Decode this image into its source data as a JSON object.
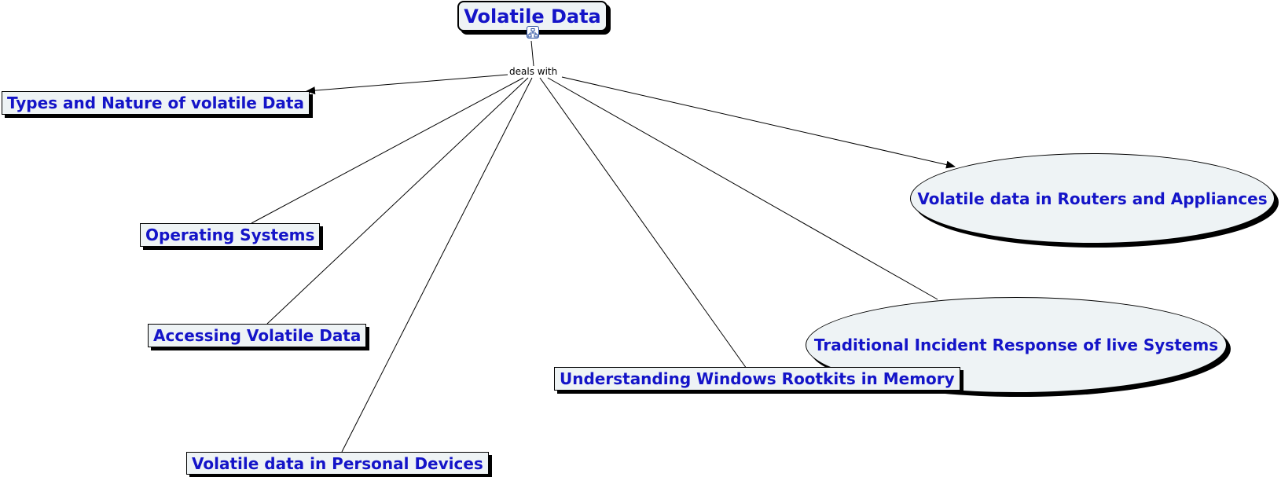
{
  "root": {
    "label": "Volatile Data",
    "icon": "concept-map-icon"
  },
  "link_phrase": "deals with",
  "concepts": [
    {
      "id": "types",
      "label": "Types and Nature of volatile Data",
      "shape": "box"
    },
    {
      "id": "os",
      "label": "Operating Systems",
      "shape": "box"
    },
    {
      "id": "accessing",
      "label": "Accessing Volatile Data",
      "shape": "box"
    },
    {
      "id": "personal",
      "label": "Volatile data in Personal Devices",
      "shape": "box"
    },
    {
      "id": "rootkits",
      "label": "Understanding Windows Rootkits in Memory",
      "shape": "box"
    },
    {
      "id": "routers",
      "label": "Volatile data in Routers and Appliances",
      "shape": "ellipse"
    },
    {
      "id": "incident",
      "label": "Traditional Incident Response of live Systems",
      "shape": "ellipse"
    }
  ],
  "colors": {
    "node_fill": "#eef3f5",
    "text": "#1414c8",
    "line": "#000000",
    "shadow": "#000000"
  }
}
